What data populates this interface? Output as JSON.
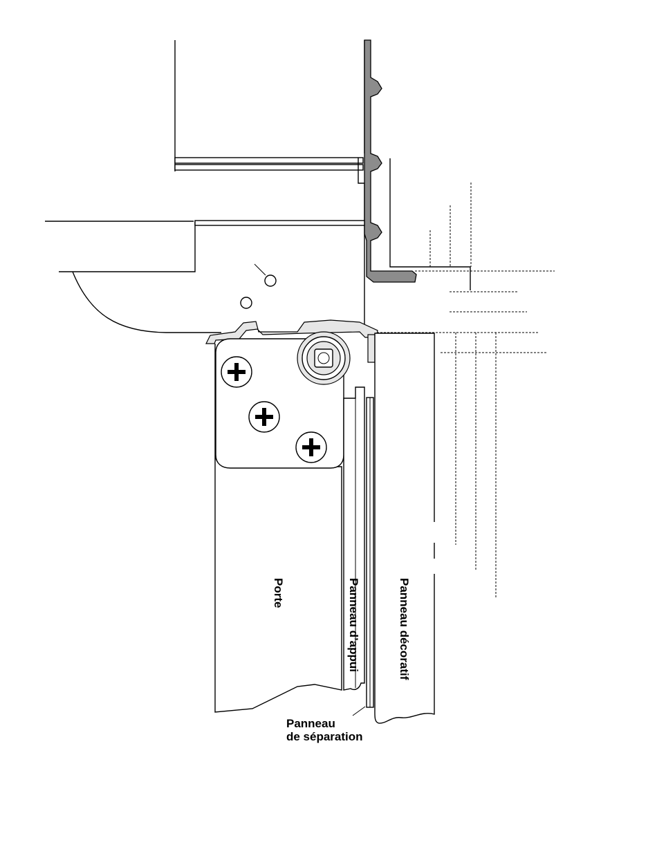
{
  "labels": {
    "porte": "Porte",
    "panneau_appui": "Panneau d’appui",
    "panneau_decoratif": "Panneau décoratif",
    "panneau_separation_line1": "Panneau",
    "panneau_separation_line2": "de séparation"
  },
  "colors": {
    "trim": "#8c8c8c",
    "hinge": "#e6e6e6",
    "outline": "#000000"
  },
  "icons": [
    "phillips-screw-icon",
    "hinge-pivot-icon"
  ]
}
